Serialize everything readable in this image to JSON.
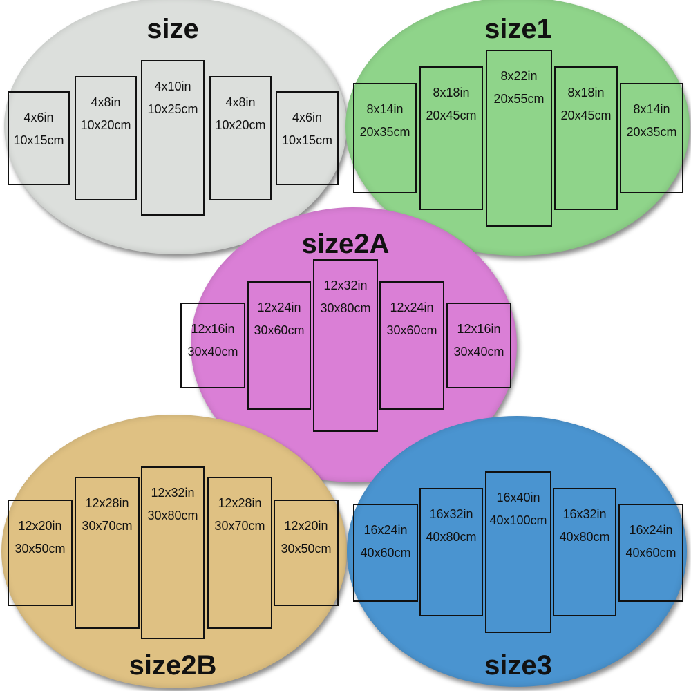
{
  "groups": [
    {
      "title": "size",
      "color": "#dcdfdc",
      "panels": [
        {
          "inches": "4x6in",
          "cm": "10x15cm"
        },
        {
          "inches": "4x8in",
          "cm": "10x20cm"
        },
        {
          "inches": "4x10in",
          "cm": "10x25cm"
        },
        {
          "inches": "4x8in",
          "cm": "10x20cm"
        },
        {
          "inches": "4x6in",
          "cm": "10x15cm"
        }
      ]
    },
    {
      "title": "size1",
      "color": "#8fd48a",
      "panels": [
        {
          "inches": "8x14in",
          "cm": "20x35cm"
        },
        {
          "inches": "8x18in",
          "cm": "20x45cm"
        },
        {
          "inches": "8x22in",
          "cm": "20x55cm"
        },
        {
          "inches": "8x18in",
          "cm": "20x45cm"
        },
        {
          "inches": "8x14in",
          "cm": "20x35cm"
        }
      ]
    },
    {
      "title": "size2A",
      "color": "#da7fd6",
      "panels": [
        {
          "inches": "12x16in",
          "cm": "30x40cm"
        },
        {
          "inches": "12x24in",
          "cm": "30x60cm"
        },
        {
          "inches": "12x32in",
          "cm": "30x80cm"
        },
        {
          "inches": "12x24in",
          "cm": "30x60cm"
        },
        {
          "inches": "12x16in",
          "cm": "30x40cm"
        }
      ]
    },
    {
      "title": "size2B",
      "color": "#dfc183",
      "panels": [
        {
          "inches": "12x20in",
          "cm": "30x50cm"
        },
        {
          "inches": "12x28in",
          "cm": "30x70cm"
        },
        {
          "inches": "12x32in",
          "cm": "30x80cm"
        },
        {
          "inches": "12x28in",
          "cm": "30x70cm"
        },
        {
          "inches": "12x20in",
          "cm": "30x50cm"
        }
      ]
    },
    {
      "title": "size3",
      "color": "#4a94d0",
      "panels": [
        {
          "inches": "16x24in",
          "cm": "40x60cm"
        },
        {
          "inches": "16x32in",
          "cm": "40x80cm"
        },
        {
          "inches": "16x40in",
          "cm": "40x100cm"
        },
        {
          "inches": "16x32in",
          "cm": "40x80cm"
        },
        {
          "inches": "16x24in",
          "cm": "40x60cm"
        }
      ]
    }
  ]
}
